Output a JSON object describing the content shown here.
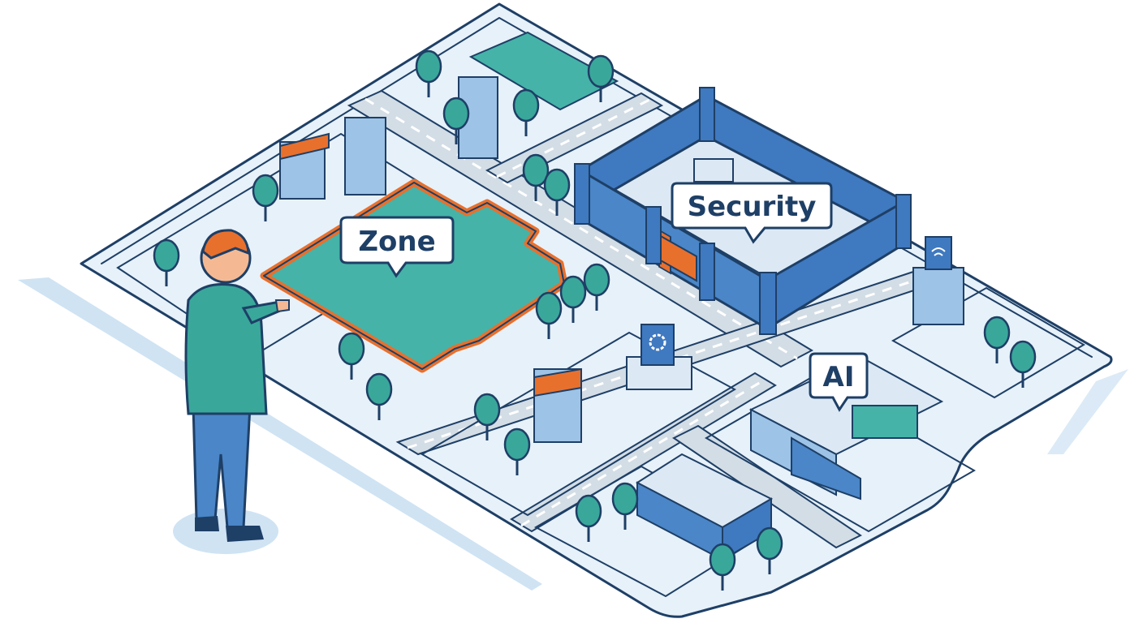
{
  "callouts": {
    "zone": "Zone",
    "security": "Security",
    "ai": "AI"
  },
  "colors": {
    "outline": "#1e3f66",
    "ground": "#e7f1f9",
    "road": "#d3dde6",
    "zone_fill": "#45b3a8",
    "zone_border": "#e8702d",
    "wall_blue": "#3f79c0",
    "tree": "#3aa79b",
    "person_shirt": "#3aa79b",
    "person_hair": "#e8702d",
    "person_pants": "#4a86c8"
  },
  "icons": [
    "person-icon",
    "tree-icon",
    "gear-icon",
    "wifi-icon",
    "shop-icon",
    "building-icon"
  ]
}
